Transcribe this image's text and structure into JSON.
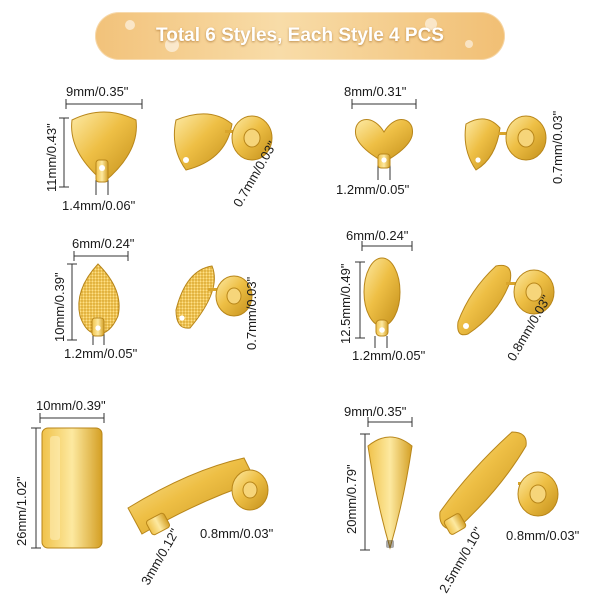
{
  "banner": {
    "title": "Total 6 Styles, Each Style 4 PCS"
  },
  "styles": [
    {
      "width": "9mm/0.35\"",
      "height": "11mm/0.43\"",
      "hole": "1.4mm/0.06\"",
      "pin": "0.7mm/0.03\""
    },
    {
      "width": "8mm/0.31\"",
      "height": "",
      "hole": "1.2mm/0.05\"",
      "pin": "0.7mm/0.03\""
    },
    {
      "width": "6mm/0.24\"",
      "height": "10mm/0.39\"",
      "hole": "1.2mm/0.05\"",
      "pin": "0.7mm/0.03\""
    },
    {
      "width": "6mm/0.24\"",
      "height": "12.5mm/0.49\"",
      "hole": "1.2mm/0.05\"",
      "pin": "0.8mm/0.03\""
    },
    {
      "width": "10mm/0.39\"",
      "height": "26mm/1.02\"",
      "hole": "3mm/0.12\"",
      "pin": "0.8mm/0.03\""
    },
    {
      "width": "9mm/0.35\"",
      "height": "20mm/0.79\"",
      "hole": "2.5mm/0.10\"",
      "pin": "0.8mm/0.03\""
    }
  ],
  "colors": {
    "gold_light": "#fbe39a",
    "gold_mid": "#e9b838",
    "gold_dark": "#b98512"
  }
}
